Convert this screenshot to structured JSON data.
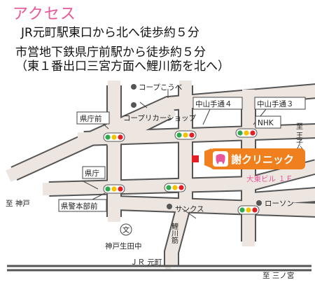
{
  "header": {
    "title": "アクセス",
    "line1": "JR元町駅東口から北へ徒歩約５分",
    "line2": "市営地下鉄県庁前駅から徒歩約５分",
    "line3": "（東１番出口三宮方面へ鯉川筋を北へ）"
  },
  "map": {
    "colors": {
      "road_fill": "#ede6e0",
      "road_edge": "#555555",
      "accent": "#f07f1e",
      "pink": "#e8579a",
      "marker_red": "#e31e24"
    },
    "labels": {
      "kobe_koube": "コープこうべ",
      "kenchomae": "県庁前",
      "coop_ricca": "コープリカーショップ",
      "nakayama4": "中山手通４",
      "nakayama3": "中山手通３",
      "nhk": "NHK",
      "to_ojikoen": "至 王子公園",
      "kencho": "県庁",
      "to_kobe": "至 神戸",
      "keisatsu": "県警本部前",
      "lawson": "ローソン",
      "sunkus": "サンクス",
      "koikawa": "鯉川筋",
      "school_mark": "文",
      "ikuta_jhs": "神戸生田中",
      "jr_motomachi": "ＪＲ 元町",
      "to_sannomiya": "至 三ノ宮"
    },
    "clinic": {
      "name": "謝クリニック",
      "building": "大東ビル １Ｆ",
      "logo_icon": "tooth-icon"
    }
  }
}
